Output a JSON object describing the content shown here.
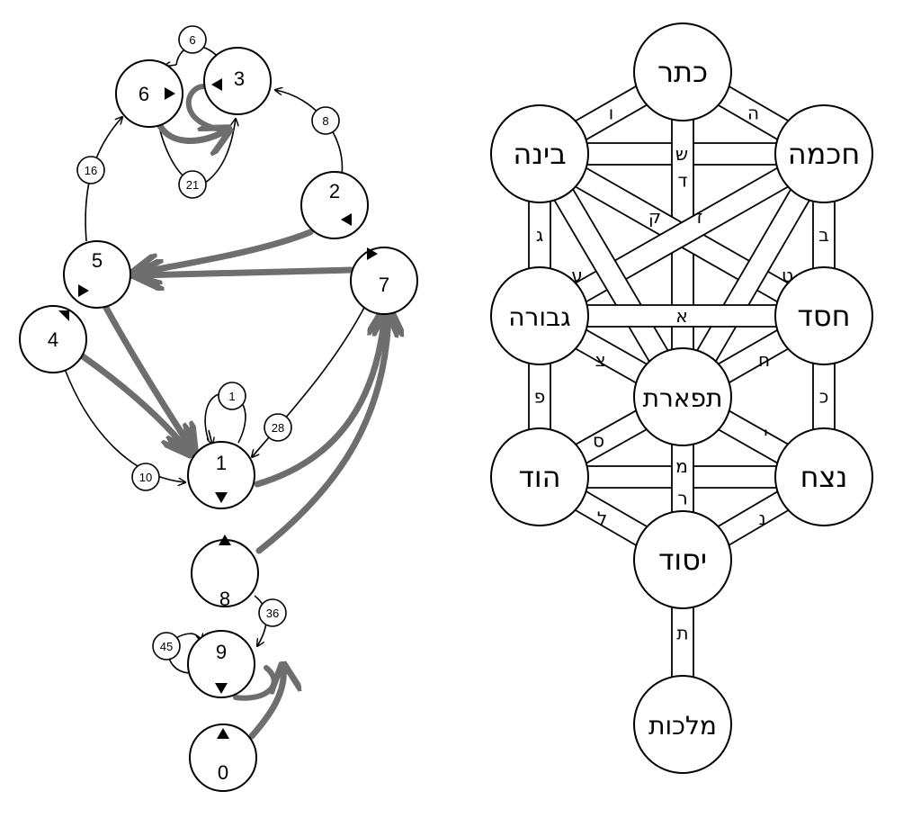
{
  "colors": {
    "ink": "#000000",
    "thick_edge": "#6e6e6e",
    "background": "#ffffff"
  },
  "graph": {
    "nodes": [
      {
        "id": "0",
        "label": "0",
        "marker": "up"
      },
      {
        "id": "1",
        "label": "1",
        "marker": "down"
      },
      {
        "id": "2",
        "label": "2",
        "marker": "left"
      },
      {
        "id": "3",
        "label": "3",
        "marker": "left"
      },
      {
        "id": "4",
        "label": "4",
        "marker": "up-left"
      },
      {
        "id": "5",
        "label": "5",
        "marker": "right"
      },
      {
        "id": "6",
        "label": "6",
        "marker": "right"
      },
      {
        "id": "7",
        "label": "7",
        "marker": "right"
      },
      {
        "id": "8",
        "label": "8",
        "marker": "up"
      },
      {
        "id": "9",
        "label": "9",
        "marker": "down"
      }
    ],
    "weighted_edges": [
      {
        "from": "6",
        "to": "6",
        "weight": "6"
      },
      {
        "from": "2",
        "to": "3",
        "weight": "8"
      },
      {
        "from": "5",
        "to": "6",
        "weight": "16"
      },
      {
        "from": "6",
        "to": "3",
        "weight": "21"
      },
      {
        "from": "1",
        "to": "1",
        "weight": "1"
      },
      {
        "from": "7",
        "to": "1",
        "weight": "28"
      },
      {
        "from": "4",
        "to": "1",
        "weight": "10"
      },
      {
        "from": "8",
        "to": "9",
        "weight": "36"
      },
      {
        "from": "9",
        "to": "9",
        "weight": "45"
      }
    ],
    "thick_edges": [
      {
        "from": "6",
        "to": "3"
      },
      {
        "from": "2",
        "to": "5"
      },
      {
        "from": "7",
        "to": "5"
      },
      {
        "from": "5",
        "to": "1"
      },
      {
        "from": "4",
        "to": "1"
      },
      {
        "from": "1",
        "to": "7"
      },
      {
        "from": "8",
        "to": "7"
      },
      {
        "from": "9",
        "to": "9"
      },
      {
        "from": "0",
        "to": "9"
      }
    ]
  },
  "tree": {
    "sephirot": [
      {
        "id": "keter",
        "label": "כתר"
      },
      {
        "id": "binah",
        "label": "בינה"
      },
      {
        "id": "chokhmah",
        "label": "חכמה"
      },
      {
        "id": "gevurah",
        "label": "גבורה"
      },
      {
        "id": "chesed",
        "label": "חסד"
      },
      {
        "id": "tiferet",
        "label": "תפארת"
      },
      {
        "id": "hod",
        "label": "הוד"
      },
      {
        "id": "netzach",
        "label": "נצח"
      },
      {
        "id": "yesod",
        "label": "יסוד"
      },
      {
        "id": "malkhut",
        "label": "מלכות"
      }
    ],
    "paths": [
      {
        "from": "keter",
        "to": "binah",
        "letter": "ו"
      },
      {
        "from": "keter",
        "to": "chokhmah",
        "letter": "ה"
      },
      {
        "from": "binah",
        "to": "chokhmah",
        "letter": "ש"
      },
      {
        "from": "keter",
        "to": "tiferet",
        "letter": "ד"
      },
      {
        "from": "binah",
        "to": "chesed",
        "letter": "ק"
      },
      {
        "from": "chokhmah",
        "to": "gevurah",
        "letter": "ז"
      },
      {
        "from": "binah",
        "to": "gevurah",
        "letter": "ג"
      },
      {
        "from": "chokhmah",
        "to": "chesed",
        "letter": "ב"
      },
      {
        "from": "binah",
        "to": "tiferet",
        "letter": "ע"
      },
      {
        "from": "chokhmah",
        "to": "tiferet",
        "letter": "ט"
      },
      {
        "from": "gevurah",
        "to": "chesed",
        "letter": "א"
      },
      {
        "from": "gevurah",
        "to": "tiferet",
        "letter": "צ"
      },
      {
        "from": "chesed",
        "to": "tiferet",
        "letter": "ח"
      },
      {
        "from": "gevurah",
        "to": "hod",
        "letter": "פ"
      },
      {
        "from": "chesed",
        "to": "netzach",
        "letter": "כ"
      },
      {
        "from": "tiferet",
        "to": "hod",
        "letter": "ס"
      },
      {
        "from": "tiferet",
        "to": "netzach",
        "letter": "י"
      },
      {
        "from": "hod",
        "to": "netzach",
        "letter": "מ"
      },
      {
        "from": "tiferet",
        "to": "yesod",
        "letter": "ר"
      },
      {
        "from": "hod",
        "to": "yesod",
        "letter": "ל"
      },
      {
        "from": "netzach",
        "to": "yesod",
        "letter": "נ"
      },
      {
        "from": "yesod",
        "to": "malkhut",
        "letter": "ת"
      }
    ]
  }
}
